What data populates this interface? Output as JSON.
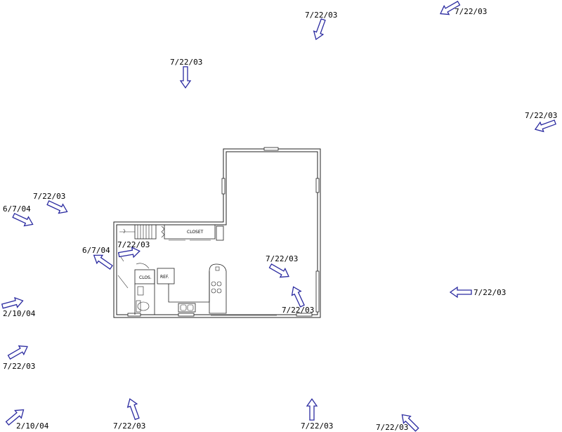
{
  "photo_markers": [
    {
      "id": "m01",
      "date": "7/22/03",
      "direction": "down-left"
    },
    {
      "id": "m02",
      "date": "7/22/03",
      "direction": "down-left"
    },
    {
      "id": "m03",
      "date": "7/22/03",
      "direction": "down"
    },
    {
      "id": "m04",
      "date": "7/22/03",
      "direction": "down-left"
    },
    {
      "id": "m05",
      "date": "7/22/03",
      "direction": "down-right"
    },
    {
      "id": "m06",
      "date": "6/7/04",
      "direction": "down-right"
    },
    {
      "id": "m07",
      "date": "6/7/04",
      "direction": "up-left"
    },
    {
      "id": "m08",
      "date": "7/22/03",
      "direction": "right"
    },
    {
      "id": "m09",
      "date": "7/22/03",
      "direction": "down-right"
    },
    {
      "id": "m10",
      "date": "7/22/03",
      "direction": "up"
    },
    {
      "id": "m11",
      "date": "7/22/03",
      "direction": "left"
    },
    {
      "id": "m12",
      "date": "2/10/04",
      "direction": "right"
    },
    {
      "id": "m13",
      "date": "7/22/03",
      "direction": "up-right"
    },
    {
      "id": "m14",
      "date": "2/10/04",
      "direction": "up-right"
    },
    {
      "id": "m15",
      "date": "7/22/03",
      "direction": "up"
    },
    {
      "id": "m16",
      "date": "7/22/03",
      "direction": "up"
    },
    {
      "id": "m17",
      "date": "7/22/03",
      "direction": "up-left"
    }
  ],
  "room_labels": {
    "closet": "CLOSET",
    "clos": "CLOS.",
    "ref": "REF."
  },
  "colors": {
    "arrow_outline": "#2a2aa0",
    "walls": "#222222"
  }
}
